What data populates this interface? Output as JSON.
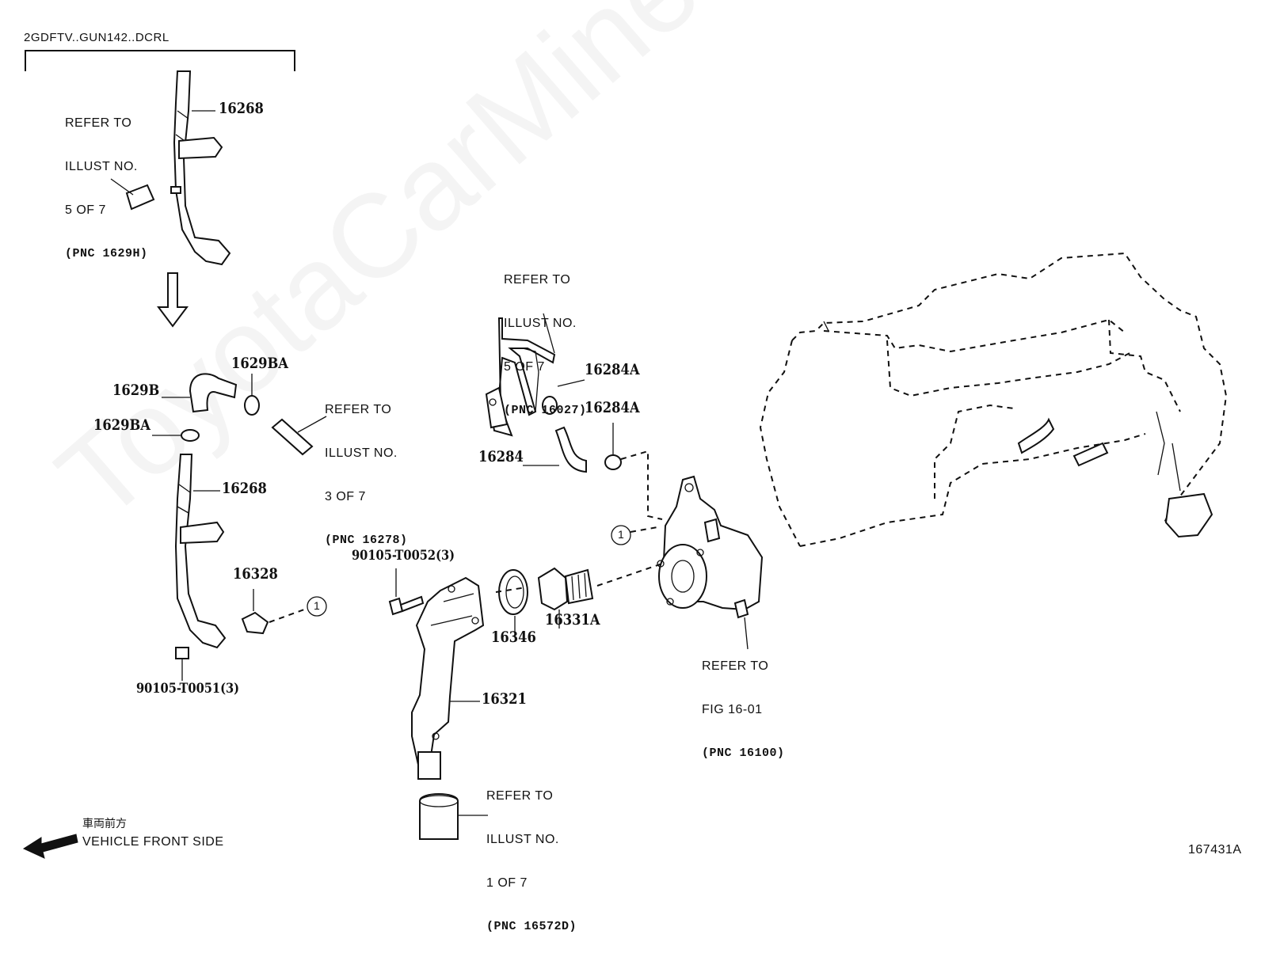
{
  "header": {
    "model_code": "2GDFTV..GUN142..DCRL"
  },
  "watermark": "ToyotaCarMine.ru",
  "references": [
    {
      "id": "ref-1629h",
      "lines": [
        "REFER TO",
        "ILLUST NO.",
        "5 OF 7"
      ],
      "pnc": "(PNC 1629H)"
    },
    {
      "id": "ref-16278",
      "lines": [
        "REFER TO",
        "ILLUST NO.",
        "3 OF 7"
      ],
      "pnc": "(PNC 16278)"
    },
    {
      "id": "ref-16027",
      "lines": [
        "REFER TO",
        "ILLUST NO.",
        "5 OF 7"
      ],
      "pnc": "(PNC 16027)"
    },
    {
      "id": "ref-16100",
      "lines": [
        "REFER TO",
        "FIG 16-01"
      ],
      "pnc": "(PNC 16100)"
    },
    {
      "id": "ref-16572d",
      "lines": [
        "REFER TO",
        "ILLUST NO.",
        "1 OF 7"
      ],
      "pnc": "(PNC 16572D)"
    }
  ],
  "parts": [
    {
      "id": "p-16268-top",
      "number": "16268"
    },
    {
      "id": "p-1629ba-a",
      "number": "1629BA"
    },
    {
      "id": "p-1629b",
      "number": "1629B"
    },
    {
      "id": "p-1629ba-b",
      "number": "1629BA"
    },
    {
      "id": "p-16268-bot",
      "number": "16268"
    },
    {
      "id": "p-16328",
      "number": "16328"
    },
    {
      "id": "p-90105-t0051",
      "number": "90105-T0051(3)"
    },
    {
      "id": "p-90105-t0052",
      "number": "90105-T0052(3)"
    },
    {
      "id": "p-16284a-a",
      "number": "16284A"
    },
    {
      "id": "p-16284a-b",
      "number": "16284A"
    },
    {
      "id": "p-16284",
      "number": "16284"
    },
    {
      "id": "p-16346",
      "number": "16346"
    },
    {
      "id": "p-16331a",
      "number": "16331A"
    },
    {
      "id": "p-16321",
      "number": "16321"
    }
  ],
  "connection_markers": [
    "1",
    "1"
  ],
  "orientation": {
    "japanese": "車両前方",
    "english": "VEHICLE FRONT SIDE"
  },
  "illustration_number": "167431A"
}
